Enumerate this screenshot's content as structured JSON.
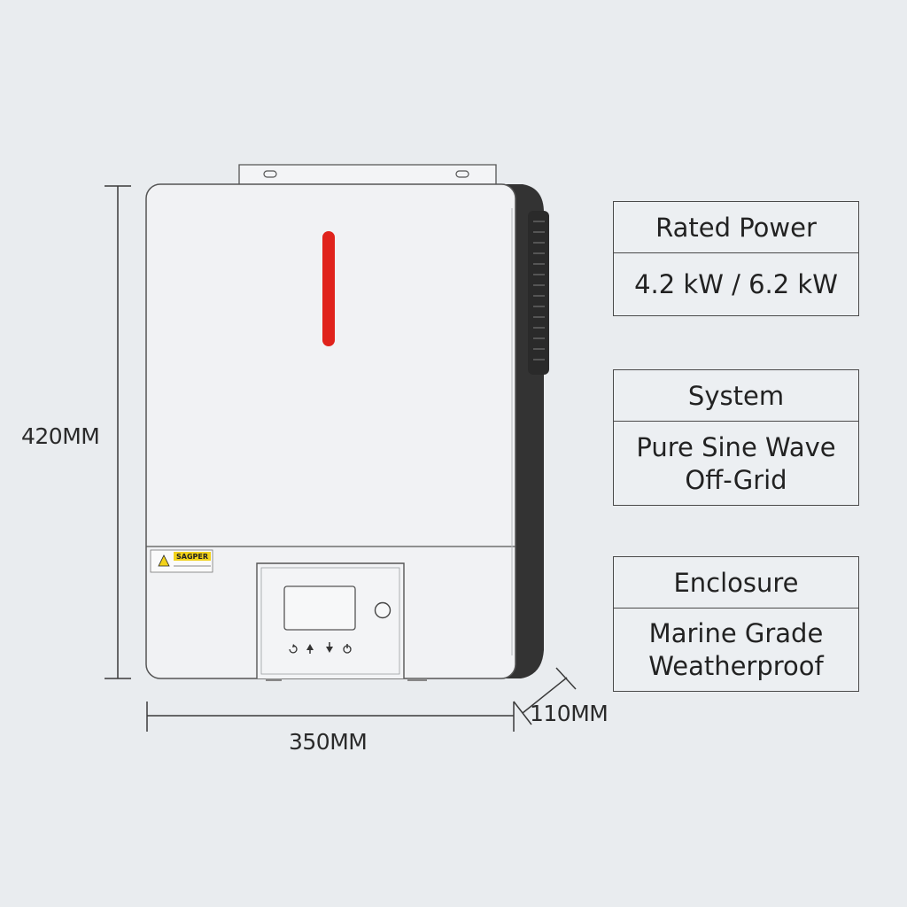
{
  "dimensions": {
    "height": "420MM",
    "width": "350MM",
    "depth": "110MM"
  },
  "device": {
    "warning_label": "SAGPER",
    "indicator_color": "#e0231c",
    "body_color": "#f1f2f4",
    "side_color": "#333333",
    "control_icons": [
      "back-icon",
      "up-icon",
      "down-icon",
      "power-icon"
    ]
  },
  "specs": {
    "rated_power": {
      "label": "Rated Power",
      "value": "4.2 kW / 6.2 kW"
    },
    "system": {
      "label": "System",
      "value_line1": "Pure Sine Wave",
      "value_line2": "Off-Grid"
    },
    "enclosure": {
      "label": "Enclosure",
      "value_line1": "Marine Grade",
      "value_line2": "Weatherproof"
    }
  }
}
